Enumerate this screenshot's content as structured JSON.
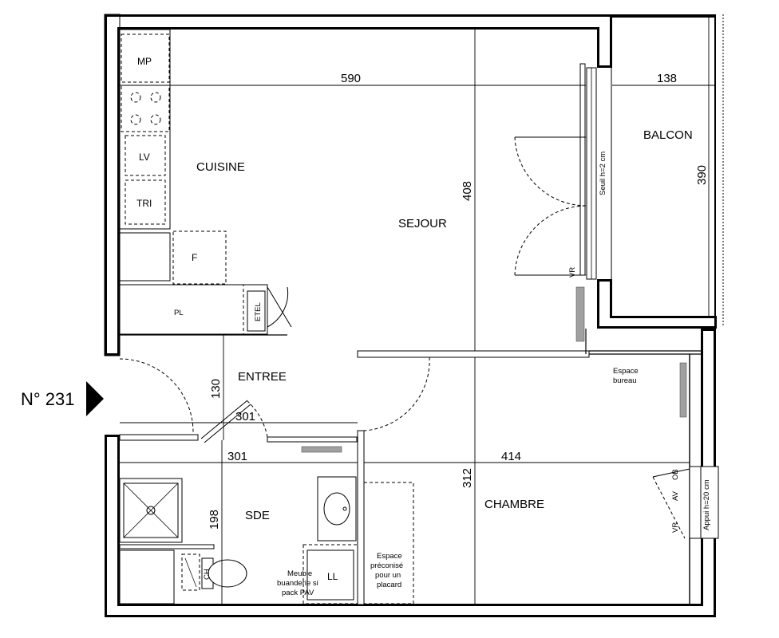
{
  "lot": {
    "label": "N° 231"
  },
  "rooms": {
    "cuisine": "CUISINE",
    "sejour": "SEJOUR",
    "balcon": "BALCON",
    "entree": "ENTREE",
    "sde": "SDE",
    "chambre": "CHAMBRE"
  },
  "fixtures": {
    "mp": "MP",
    "lv": "LV",
    "tri": "TRI",
    "f": "F",
    "pl": "PL",
    "etel": "ETEL",
    "ll": "LL",
    "ch": "CH",
    "vr_sejour": "VR",
    "vr_chambre": "VR",
    "av": "AV",
    "ob": "OB"
  },
  "dimensions": {
    "d590": "590",
    "d138": "138",
    "d408": "408",
    "d390": "390",
    "d130": "130",
    "d301_top": "301",
    "d301_bottom": "301",
    "d414": "414",
    "d312": "312",
    "d198": "198"
  },
  "notes": {
    "seuil": "Seuil h=2 cm",
    "appui": "Appui h=20 cm",
    "espace_bureau_1": "Espace",
    "espace_bureau_2": "bureau",
    "placard_1": "Espace",
    "placard_2": "préconisé",
    "placard_3": "pour un",
    "placard_4": "placard",
    "meuble_1": "Meuble",
    "meuble_2": "buanderie si",
    "meuble_3": "pack PAV"
  }
}
